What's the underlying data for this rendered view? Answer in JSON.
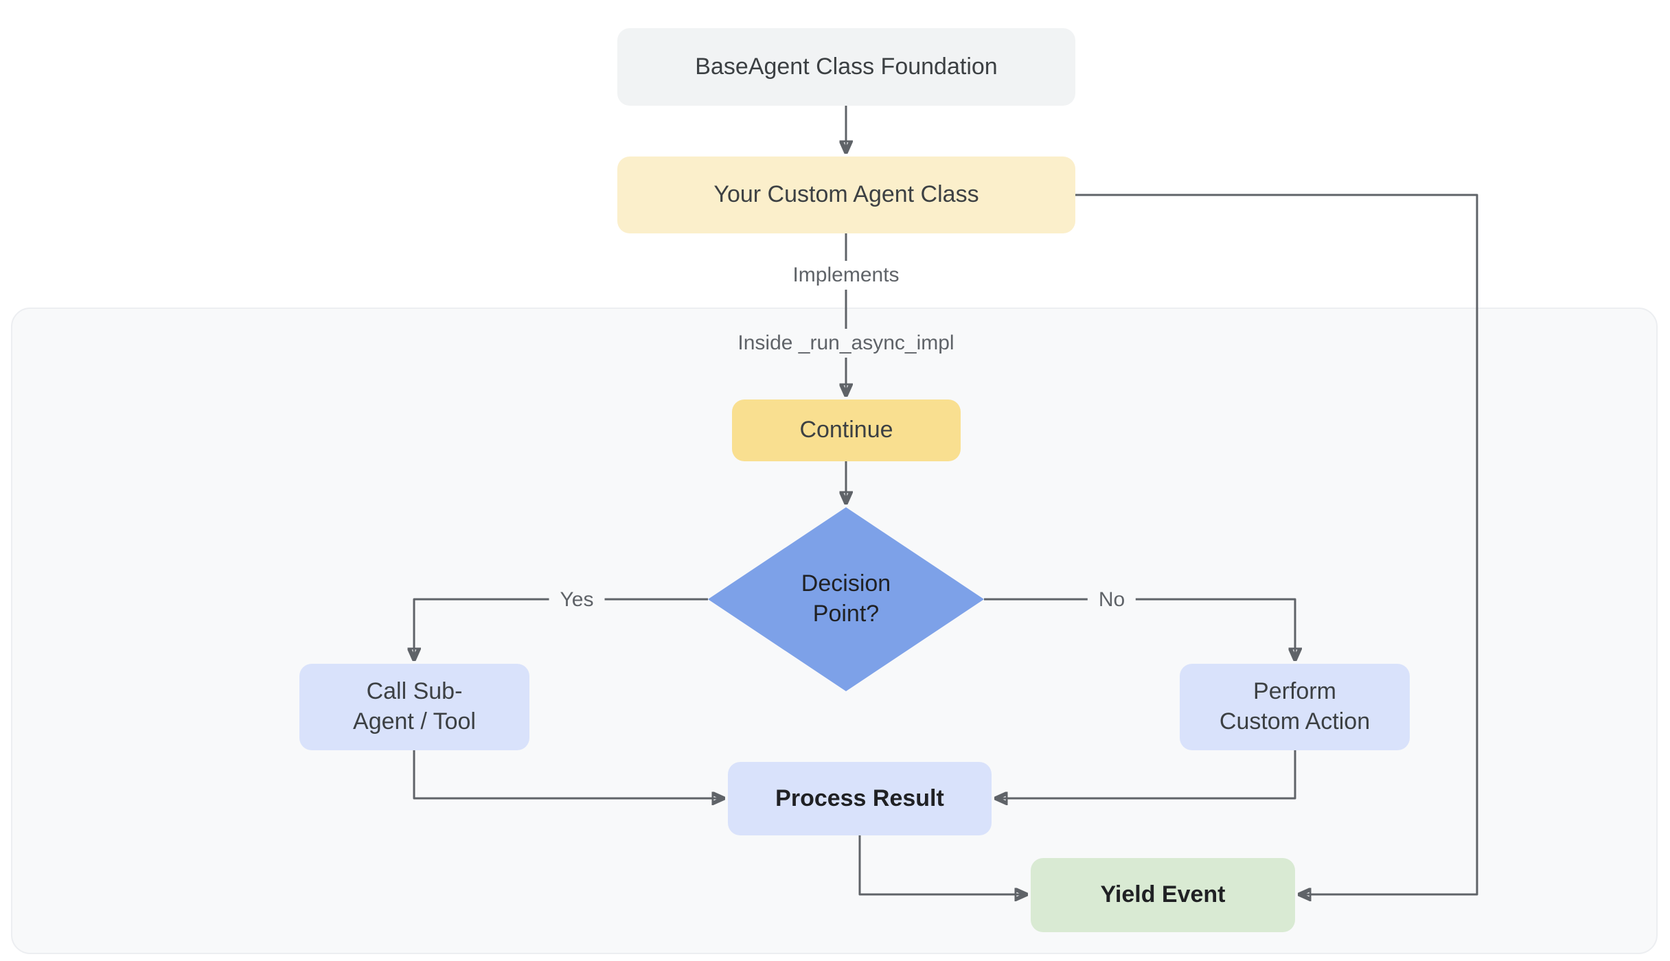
{
  "nodes": {
    "base_agent": "BaseAgent Class Foundation",
    "custom_agent": "Your Custom Agent Class",
    "continue_step": "Continue",
    "decision": "Decision\nPoint?",
    "call_sub_agent": "Call Sub-\nAgent / Tool",
    "perform_custom": "Perform\nCustom Action",
    "process_result": "Process Result",
    "yield_event": "Yield Event"
  },
  "edge_labels": {
    "implements": "Implements",
    "inside_impl": "Inside _run_async_impl",
    "yes": "Yes",
    "no": "No"
  },
  "colors": {
    "node_gray": "#F1F3F4",
    "node_yellow_light": "#FBEFCB",
    "node_yellow": "#F9DF90",
    "node_blue_diamond": "#7DA1E8",
    "node_blue_light": "#D9E2FB",
    "node_green": "#D9EAD3",
    "subgraph_background": "#F8F9FA",
    "connector_gray": "#5F6368"
  }
}
